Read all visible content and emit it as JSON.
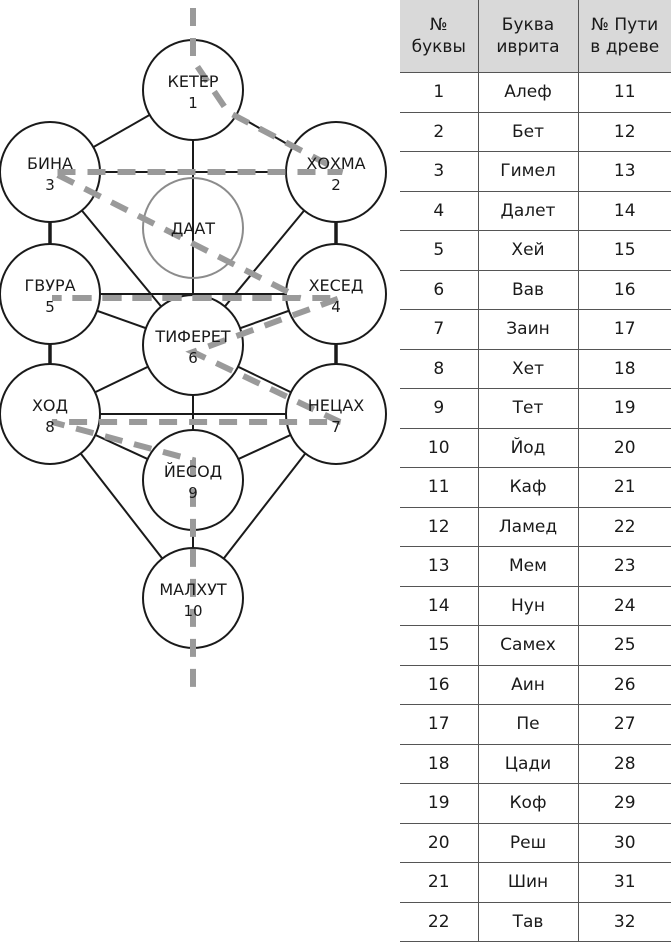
{
  "tree": {
    "sefirot": [
      {
        "id": "keter",
        "name": "КЕТЕР",
        "num": "1"
      },
      {
        "id": "hochma",
        "name": "ХОХМА",
        "num": "2"
      },
      {
        "id": "bina",
        "name": "БИНА",
        "num": "3"
      },
      {
        "id": "hesed",
        "name": "ХЕСЕД",
        "num": "4"
      },
      {
        "id": "gvura",
        "name": "ГВУРА",
        "num": "5"
      },
      {
        "id": "tiferet",
        "name": "ТИФЕРЕТ",
        "num": "6"
      },
      {
        "id": "netzah",
        "name": "НЕЦАХ",
        "num": "7"
      },
      {
        "id": "hod",
        "name": "ХОД",
        "num": "8"
      },
      {
        "id": "yesod",
        "name": "ЙЕСОД",
        "num": "9"
      },
      {
        "id": "malhut",
        "name": "МАЛХУТ",
        "num": "10"
      }
    ],
    "daat": {
      "name": "ДААТ"
    },
    "colors": {
      "line": "#1a1a1a",
      "daat": "#8c8c8c",
      "lightning": "#9a9a9a"
    }
  },
  "table": {
    "headers": [
      "№\nбуквы",
      "Буква\nиврита",
      "№ Пути\nв древе"
    ],
    "rows": [
      [
        "1",
        "Алеф",
        "11"
      ],
      [
        "2",
        "Бет",
        "12"
      ],
      [
        "3",
        "Гимел",
        "13"
      ],
      [
        "4",
        "Далет",
        "14"
      ],
      [
        "5",
        "Хей",
        "15"
      ],
      [
        "6",
        "Вав",
        "16"
      ],
      [
        "7",
        "Заин",
        "17"
      ],
      [
        "8",
        "Хет",
        "18"
      ],
      [
        "9",
        "Тет",
        "19"
      ],
      [
        "10",
        "Йод",
        "20"
      ],
      [
        "11",
        "Каф",
        "21"
      ],
      [
        "12",
        "Ламед",
        "22"
      ],
      [
        "13",
        "Мем",
        "23"
      ],
      [
        "14",
        "Нун",
        "24"
      ],
      [
        "15",
        "Самех",
        "25"
      ],
      [
        "16",
        "Аин",
        "26"
      ],
      [
        "17",
        "Пе",
        "27"
      ],
      [
        "18",
        "Цади",
        "28"
      ],
      [
        "19",
        "Коф",
        "29"
      ],
      [
        "20",
        "Реш",
        "30"
      ],
      [
        "21",
        "Шин",
        "31"
      ],
      [
        "22",
        "Тав",
        "32"
      ]
    ],
    "header_bg": "#d9d9d9"
  }
}
